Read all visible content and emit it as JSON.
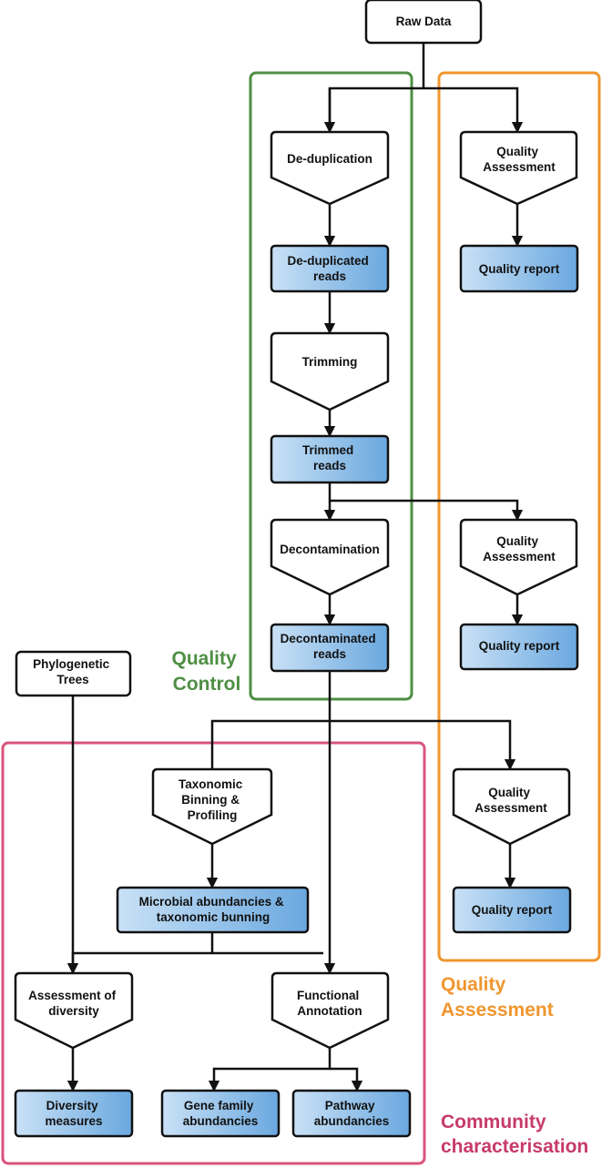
{
  "colors": {
    "quality_control": "#4e8f44",
    "quality_assessment": "#f0962e",
    "community": "#d9547c",
    "community_text": "#c73a6a",
    "data_fill_light": "#c9e1f6",
    "data_fill_dark": "#6aa8df",
    "edge": "#111111"
  },
  "groups": {
    "quality_control": {
      "line1": "Quality",
      "line2": "Control"
    },
    "quality_assessment": {
      "line1": "Quality",
      "line2": "Assessment"
    },
    "community": {
      "line1": "Community",
      "line2": "characterisation"
    }
  },
  "nodes": {
    "raw_data": {
      "line1": "Raw Data"
    },
    "dedup": {
      "line1": "De-duplication"
    },
    "dedup_reads": {
      "line1": "De-duplicated",
      "line2": "reads"
    },
    "trimming": {
      "line1": "Trimming"
    },
    "trimmed_reads": {
      "line1": "Trimmed",
      "line2": "reads"
    },
    "decontamination": {
      "line1": "Decontamination"
    },
    "decontam_reads": {
      "line1": "Decontaminated",
      "line2": "reads"
    },
    "qa1": {
      "line1": "Quality",
      "line2": "Assessment"
    },
    "qr1": {
      "line1": "Quality report"
    },
    "qa2": {
      "line1": "Quality",
      "line2": "Assessment"
    },
    "qr2": {
      "line1": "Quality report"
    },
    "qa3": {
      "line1": "Quality",
      "line2": "Assessment"
    },
    "qr3": {
      "line1": "Quality report"
    },
    "phylo": {
      "line1": "Phylogenetic",
      "line2": "Trees"
    },
    "taxo": {
      "line1": "Taxonomic",
      "line2": "Binning &",
      "line3": "Profiling"
    },
    "microbial": {
      "line1": "Microbial abundancies &",
      "line2": "taxonomic bunning"
    },
    "diversity_assess": {
      "line1": "Assessment of",
      "line2": "diversity"
    },
    "functional": {
      "line1": "Functional",
      "line2": "Annotation"
    },
    "diversity_measures": {
      "line1": "Diversity",
      "line2": "measures"
    },
    "gene_family": {
      "line1": "Gene family",
      "line2": "abundancies"
    },
    "pathway": {
      "line1": "Pathway",
      "line2": "abundancies"
    }
  }
}
